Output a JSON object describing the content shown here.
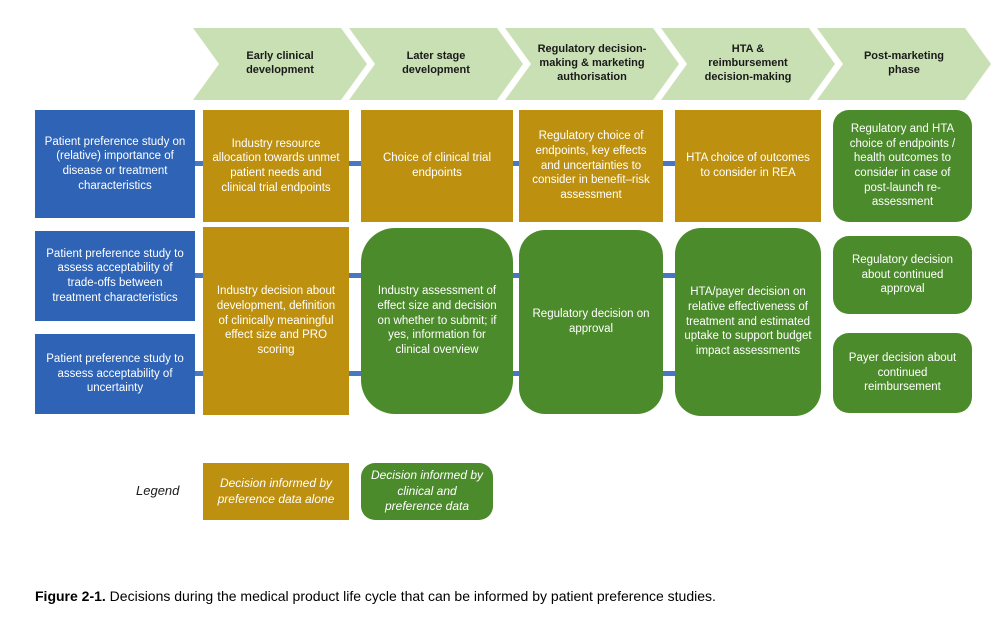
{
  "colors": {
    "arrow_fill": "#c9e0b5",
    "preference_study_blue": "#2e63b5",
    "preference_gold": "#be9010",
    "clinical_preference_green": "#4c8b2b",
    "connector_blue": "#4a77c4"
  },
  "phases": [
    {
      "label": "Early clinical development"
    },
    {
      "label": "Later stage development"
    },
    {
      "label": "Regulatory decision-making & marketing authorisation"
    },
    {
      "label": "HTA & reimbursement decision-making"
    },
    {
      "label": "Post-marketing phase"
    }
  ],
  "preference_studies": [
    {
      "text": "Patient preference study on (relative) importance of disease or treatment characteristics"
    },
    {
      "text": "Patient preference study to assess acceptability of trade-offs between treatment characteristics"
    },
    {
      "text": "Patient preference study to assess acceptability of uncertainty"
    }
  ],
  "decisions": {
    "row1": [
      {
        "text": "Industry resource allocation towards unmet patient needs and clinical trial endpoints",
        "type": "preference"
      },
      {
        "text": "Choice of clinical trial endpoints",
        "type": "preference"
      },
      {
        "text": "Regulatory choice of endpoints, key effects and uncertainties to consider in benefit–risk assessment",
        "type": "preference"
      },
      {
        "text": "HTA choice of outcomes to consider in REA",
        "type": "preference"
      },
      {
        "text": "Regulatory and HTA choice of endpoints / health outcomes to consider in case of post-launch re-assessment",
        "type": "clinical_preference"
      }
    ],
    "row2": [
      {
        "text": "Industry decision about development, definition of clinically meaningful effect size and PRO scoring",
        "type": "preference"
      },
      {
        "text": "Industry assessment of effect size and decision on whether to submit; if yes, information for clinical overview",
        "type": "clinical_preference"
      },
      {
        "text": "Regulatory decision on approval",
        "type": "clinical_preference"
      },
      {
        "text": "HTA/payer decision on relative effectiveness of treatment and estimated uptake to support budget impact assessments",
        "type": "clinical_preference"
      },
      {
        "text": "Regulatory decision about continued approval",
        "type": "clinical_preference"
      },
      {
        "text": "Payer decision about continued reimbursement",
        "type": "clinical_preference"
      }
    ]
  },
  "legend": {
    "label": "Legend",
    "items": [
      {
        "text": "Decision informed by preference data alone",
        "type": "preference"
      },
      {
        "text": "Decision informed by clinical and preference data",
        "type": "clinical_preference"
      }
    ]
  },
  "caption": {
    "label": "Figure 2-1.",
    "text": " Decisions during the medical product life cycle that can be informed by patient preference studies."
  }
}
